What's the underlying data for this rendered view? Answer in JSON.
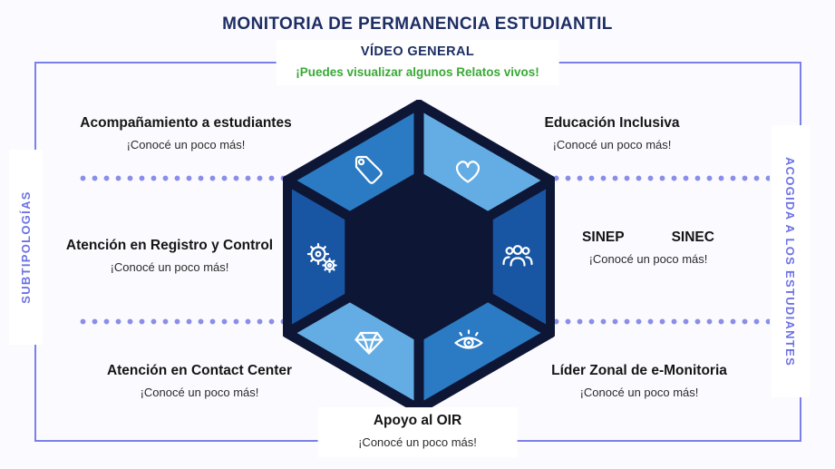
{
  "title": "MONITORIA DE PERMANENCIA ESTUDIANTIL",
  "video_general": {
    "label": "VÍDEO GENERAL",
    "subtitle": "¡Puedes visualizar algunos Relatos vivos!"
  },
  "side_labels": {
    "left": "SUBTIPOLOGÍAS",
    "right": "ACOGIDA A LOS ESTUDIANTES"
  },
  "nodes": {
    "top_left": {
      "label": "Acompañamiento a estudiantes",
      "cta": "¡Conocé un poco más!",
      "icon": "tag-icon"
    },
    "top_right": {
      "label": "Educación Inclusiva",
      "cta": "¡Conocé un poco más!",
      "icon": "heart-icon"
    },
    "middle_left": {
      "label": "Atención en Registro y Control",
      "cta": "¡Conocé un poco más!",
      "icon": "gears-icon"
    },
    "middle_right": {
      "label_primary": "SINEP",
      "label_secondary": "SINEC",
      "cta": "¡Conocé un poco más!",
      "icon": "people-icon"
    },
    "bottom_left": {
      "label": "Atención en Contact Center",
      "cta": "¡Conocé un poco más!",
      "icon": "diamond-icon"
    },
    "bottom_right": {
      "label": "Líder Zonal de e-Monitoria",
      "cta": "¡Conocé un poco más!",
      "icon": "eye-icon"
    },
    "bottom_center": {
      "label": "Apoyo al OIR",
      "cta": "¡Conocé un poco más!"
    }
  },
  "colors": {
    "title_navy": "#1d2e63",
    "green": "#39a935",
    "purple": "#7b80e8",
    "hexagon_dark": "#0e1635",
    "segment_light": "#64ade4",
    "segment_medium": "#2b7ac4",
    "segment_dark": "#1856a4",
    "icon_stroke": "#ffffff"
  }
}
